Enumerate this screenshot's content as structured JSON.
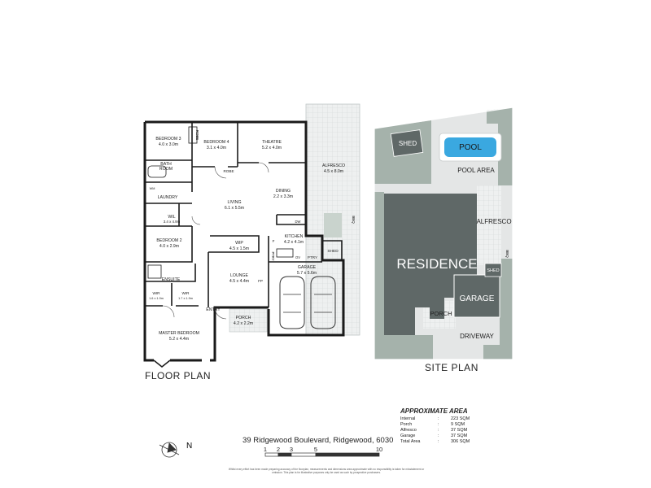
{
  "floor_plan": {
    "caption": "FLOOR PLAN",
    "rooms": [
      {
        "id": "bedroom-3",
        "name": "BEDROOM 3",
        "dims": "4.0 x 3.0m"
      },
      {
        "id": "bedroom-4",
        "name": "BEDROOM 4",
        "dims": "3.1 x 4.0m"
      },
      {
        "id": "theatre",
        "name": "THEATRE",
        "dims": "5.2 x 4.0m"
      },
      {
        "id": "alfresco",
        "name": "ALFRESCO",
        "dims": "4.5 x 8.0m"
      },
      {
        "id": "dining",
        "name": "DINING",
        "dims": "2.2 x 3.3m"
      },
      {
        "id": "living",
        "name": "LIVING",
        "dims": "6.1 x 5.5m"
      },
      {
        "id": "kitchen",
        "name": "KITCHEN",
        "dims": "4.2 x 4.1m"
      },
      {
        "id": "bedroom-2",
        "name": "BEDROOM 2",
        "dims": "4.0 x 2.9m"
      },
      {
        "id": "wip",
        "name": "WIP",
        "dims": "4.5 x 1.5m"
      },
      {
        "id": "garage",
        "name": "GARAGE",
        "dims": "5.7 x 5.6m"
      },
      {
        "id": "lounge",
        "name": "LOUNGE",
        "dims": "4.5 x 4.4m"
      },
      {
        "id": "wil",
        "name": "WIL",
        "dims": "3.4 x 4.9m"
      },
      {
        "id": "wir-1",
        "name": "WIR",
        "dims": "1.6 x 1.9m"
      },
      {
        "id": "wir-2",
        "name": "WIR",
        "dims": "1.7 x 1.9m"
      },
      {
        "id": "porch",
        "name": "PORCH",
        "dims": "4.2 x 2.2m"
      },
      {
        "id": "master-bedroom",
        "name": "MASTER BEDROOM",
        "dims": "5.2 x 4.4m"
      }
    ],
    "small_labels": {
      "bath": "BATH",
      "room": "ROOM",
      "laundry": "LAUNDRY",
      "ensuite": "ENSUITE",
      "entry": "ENTRY",
      "robe": "ROBE",
      "shed": "SHED",
      "pantry": "PTRY",
      "bbq": "BBQ",
      "dw": "DW",
      "ov": "OV",
      "fp": "FP",
      "fridge": "F",
      "wm": "WM"
    }
  },
  "site_plan": {
    "caption": "SITE PLAN",
    "labels": {
      "shed": "SHED",
      "pool": "POOL",
      "pool_area": "POOL AREA",
      "alfresco": "ALFRESCO",
      "residence": "RESIDENCE",
      "shed_small": "SHED",
      "garage": "GARAGE",
      "porch": "PORCH",
      "driveway": "DRIVEWAY",
      "bbq": "BBQ"
    }
  },
  "approximate_area": {
    "title": "APPROXIMATE AREA",
    "rows": [
      {
        "label": "Internal",
        "value": "223 SQM"
      },
      {
        "label": "Porch",
        "value": "9 SQM"
      },
      {
        "label": "Alfresco",
        "value": "37 SQM"
      },
      {
        "label": "Garage",
        "value": "37 SQM"
      },
      {
        "label": "Total Area",
        "value": "306 SQM"
      }
    ]
  },
  "address": "39 Ridgewood Boulevard, Ridgewood, 6030",
  "scale_bar": {
    "ticks": [
      "1",
      "2",
      "3",
      "5",
      "10"
    ]
  },
  "north_label": "N",
  "disclaimer": "Whilst every effort has been made preparing accuracy of the floorplan, measurements and dimensions area approximate with no responsibility is taken for misstatement or omission. This plan is for illustrative purposes only be used as such by prospective purchasers.",
  "colors": {
    "wall": "#1a1a1a",
    "residence": "#5f6867",
    "garden": "#a5b2ab",
    "paving": "#e4e6e6",
    "pool": "#3aa8e0",
    "site_outline": "#ffffff"
  }
}
